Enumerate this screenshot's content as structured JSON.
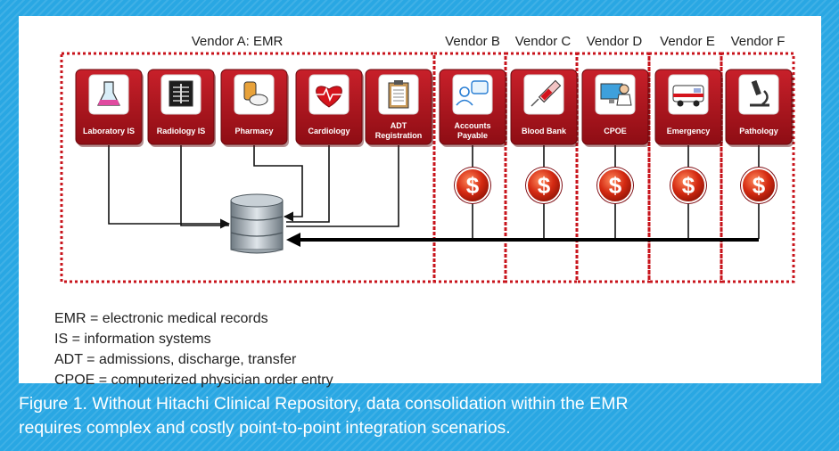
{
  "vendors": [
    {
      "label": "Vendor A: EMR"
    },
    {
      "label": "Vendor B"
    },
    {
      "label": "Vendor C"
    },
    {
      "label": "Vendor D"
    },
    {
      "label": "Vendor E"
    },
    {
      "label": "Vendor F"
    }
  ],
  "systems": [
    {
      "lines": [
        "Laboratory IS"
      ],
      "icon": "flask-icon",
      "vendor": "A"
    },
    {
      "lines": [
        "Radiology IS"
      ],
      "icon": "xray-icon",
      "vendor": "A"
    },
    {
      "lines": [
        "Pharmacy"
      ],
      "icon": "pills-icon",
      "vendor": "A"
    },
    {
      "lines": [
        "Cardiology"
      ],
      "icon": "heart-icon",
      "vendor": "A"
    },
    {
      "lines": [
        "ADT",
        "Registration"
      ],
      "icon": "clipboard-icon",
      "vendor": "A"
    },
    {
      "lines": [
        "Accounts",
        "Payable"
      ],
      "icon": "user-money-icon",
      "vendor": "B"
    },
    {
      "lines": [
        "Blood Bank"
      ],
      "icon": "syringe-icon",
      "vendor": "C"
    },
    {
      "lines": [
        "CPOE"
      ],
      "icon": "doctor-computer-icon",
      "vendor": "D"
    },
    {
      "lines": [
        "Emergency"
      ],
      "icon": "ambulance-icon",
      "vendor": "E"
    },
    {
      "lines": [
        "Pathology"
      ],
      "icon": "microscope-icon",
      "vendor": "F"
    }
  ],
  "cost_symbol": "$",
  "legend": [
    "EMR = electronic medical records",
    "IS = information systems",
    "ADT = admissions, discharge, transfer",
    "CPOE = computerized physician order entry"
  ],
  "caption": {
    "line1": "Figure 1.  Without Hitachi Clinical Repository, data consolidation within the EMR",
    "line2": "requires complex and costly point-to-point integration scenarios."
  },
  "colors": {
    "background": "#29a7e3",
    "tile": "#b0141c",
    "tile_dark": "#7d0a10",
    "border_dots": "#c8141c",
    "cost_coin": "#d42a12"
  }
}
